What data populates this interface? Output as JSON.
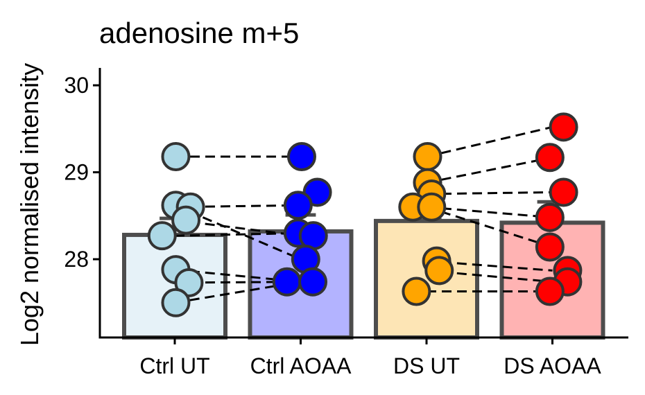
{
  "chart_data": {
    "type": "bar",
    "title": "adenosine m+5",
    "ylabel": "Log2 normalised intensity",
    "xlabel": "",
    "ylim": [
      27.1,
      30.2
    ],
    "yticks": [
      28,
      29,
      30
    ],
    "grid": false,
    "legend": "none",
    "categories": [
      "Ctrl UT",
      "Ctrl AOAA",
      "DS UT",
      "DS AOAA"
    ],
    "bar_values": [
      28.28,
      28.32,
      28.44,
      28.42
    ],
    "error_upper": [
      28.47,
      28.51,
      28.45,
      28.66
    ],
    "bar_fill_colors": [
      "#e6f2f8",
      "#b3b3ff",
      "#fde5b5",
      "#ffb3b3"
    ],
    "point_colors": [
      "#add8e6",
      "#0000ff",
      "#ffa500",
      "#ff0000"
    ],
    "points": [
      [
        {
          "v": 29.18,
          "j": 0.02
        },
        {
          "v": 28.62,
          "j": 0.02
        },
        {
          "v": 28.6,
          "j": 0.31
        },
        {
          "v": 28.45,
          "j": 0.22
        },
        {
          "v": 28.27,
          "j": -0.25
        },
        {
          "v": 27.88,
          "j": 0.02
        },
        {
          "v": 27.73,
          "j": 0.28
        },
        {
          "v": 27.5,
          "j": 0.02
        }
      ],
      [
        {
          "v": 29.18,
          "j": 0.02
        },
        {
          "v": 28.77,
          "j": 0.33
        },
        {
          "v": 28.62,
          "j": -0.05
        },
        {
          "v": 28.3,
          "j": -0.05
        },
        {
          "v": 28.27,
          "j": 0.25
        },
        {
          "v": 28.0,
          "j": 0.1
        },
        {
          "v": 27.74,
          "j": -0.27
        },
        {
          "v": 27.74,
          "j": 0.24
        }
      ],
      [
        {
          "v": 29.18,
          "j": 0.02
        },
        {
          "v": 28.88,
          "j": 0.02
        },
        {
          "v": 28.75,
          "j": 0.1
        },
        {
          "v": 28.6,
          "j": -0.27
        },
        {
          "v": 28.6,
          "j": 0.1
        },
        {
          "v": 27.98,
          "j": 0.2
        },
        {
          "v": 27.87,
          "j": 0.25
        },
        {
          "v": 27.63,
          "j": -0.2
        }
      ],
      [
        {
          "v": 29.52,
          "j": 0.22
        },
        {
          "v": 29.17,
          "j": -0.05
        },
        {
          "v": 28.77,
          "j": 0.22
        },
        {
          "v": 28.48,
          "j": -0.05
        },
        {
          "v": 28.14,
          "j": -0.05
        },
        {
          "v": 27.87,
          "j": 0.3
        },
        {
          "v": 27.74,
          "j": 0.3
        },
        {
          "v": 27.63,
          "j": -0.05
        }
      ]
    ],
    "pairs": [
      {
        "from": 0,
        "pairs": [
          [
            29.18,
            29.18
          ],
          [
            28.27,
            28.3
          ],
          [
            28.6,
            28.62
          ],
          [
            28.45,
            28.27
          ],
          [
            28.62,
            28.0
          ],
          [
            27.88,
            27.74
          ],
          [
            27.73,
            27.74
          ],
          [
            27.5,
            27.74
          ]
        ]
      },
      {
        "from": 2,
        "pairs": [
          [
            29.18,
            29.52
          ],
          [
            28.88,
            29.17
          ],
          [
            28.75,
            28.77
          ],
          [
            28.6,
            28.48
          ],
          [
            28.6,
            28.14
          ],
          [
            27.98,
            27.87
          ],
          [
            27.87,
            27.74
          ],
          [
            27.63,
            27.63
          ]
        ]
      }
    ]
  }
}
